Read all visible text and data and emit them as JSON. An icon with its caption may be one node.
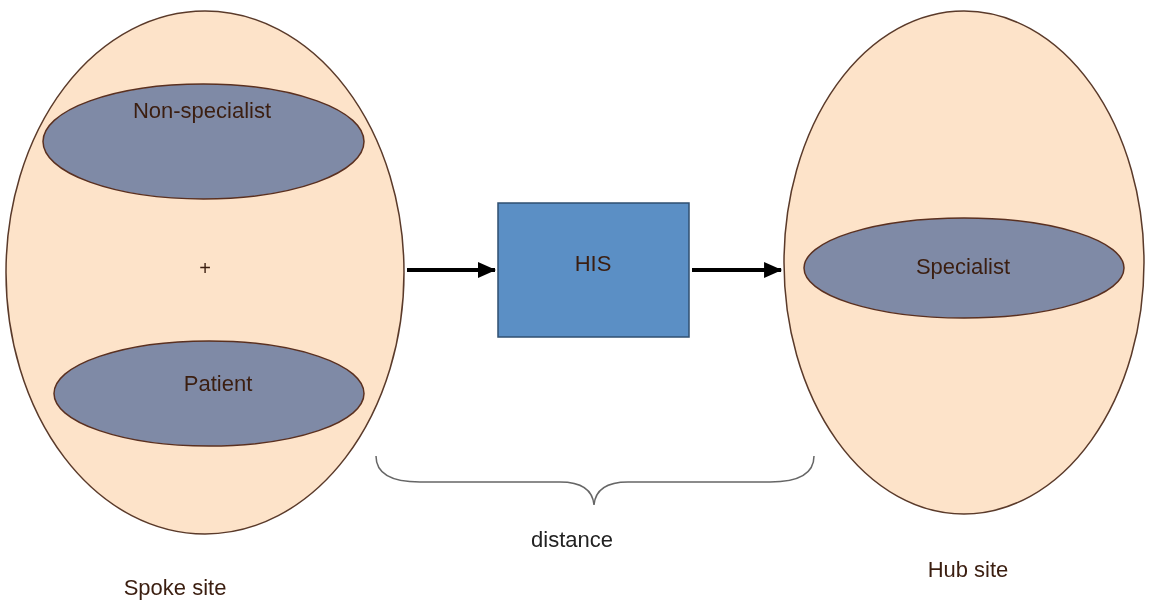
{
  "diagram": {
    "nodes": [
      {
        "text": [
          "Spoke site"
        ]
      },
      {
        "text": [
          "Non-specialist"
        ],
        "in": 0
      },
      {
        "text": [
          "Patient"
        ],
        "in": 0
      },
      {
        "text": [
          "HIS"
        ]
      },
      {
        "text": [
          "Hub site"
        ]
      },
      {
        "text": [
          "Specialist"
        ],
        "in": 4
      }
    ],
    "edges": [
      {
        "from": 0,
        "to": 3,
        "arrow": "to"
      },
      {
        "from": 3,
        "to": 4,
        "arrow": "to"
      }
    ],
    "labels": [
      "+",
      "distance"
    ]
  }
}
